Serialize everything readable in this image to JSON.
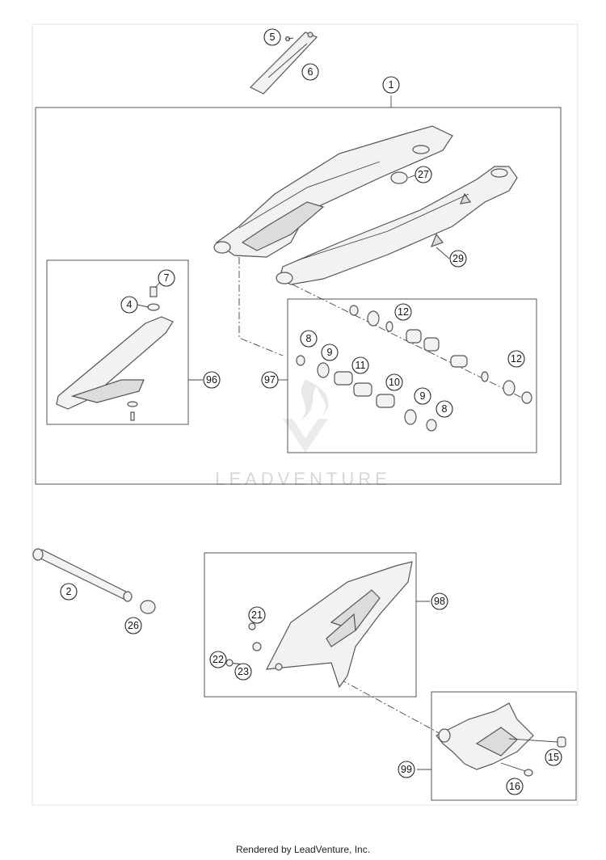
{
  "diagram": {
    "callouts": {
      "c1": "1",
      "c2": "2",
      "c4": "4",
      "c5": "5",
      "c6": "6",
      "c7": "7",
      "c8a": "8",
      "c8b": "8",
      "c9a": "9",
      "c9b": "9",
      "c10": "10",
      "c11": "11",
      "c12a": "12",
      "c12b": "12",
      "c15": "15",
      "c16": "16",
      "c21": "21",
      "c22": "22",
      "c23": "23",
      "c26": "26",
      "c27": "27",
      "c29": "29",
      "c96": "96",
      "c97": "97",
      "c98": "98",
      "c99": "99"
    },
    "watermark": "LEADVENTURE",
    "watermark_logo": "leadventure-logo"
  },
  "footer": "Rendered by LeadVenture, Inc."
}
